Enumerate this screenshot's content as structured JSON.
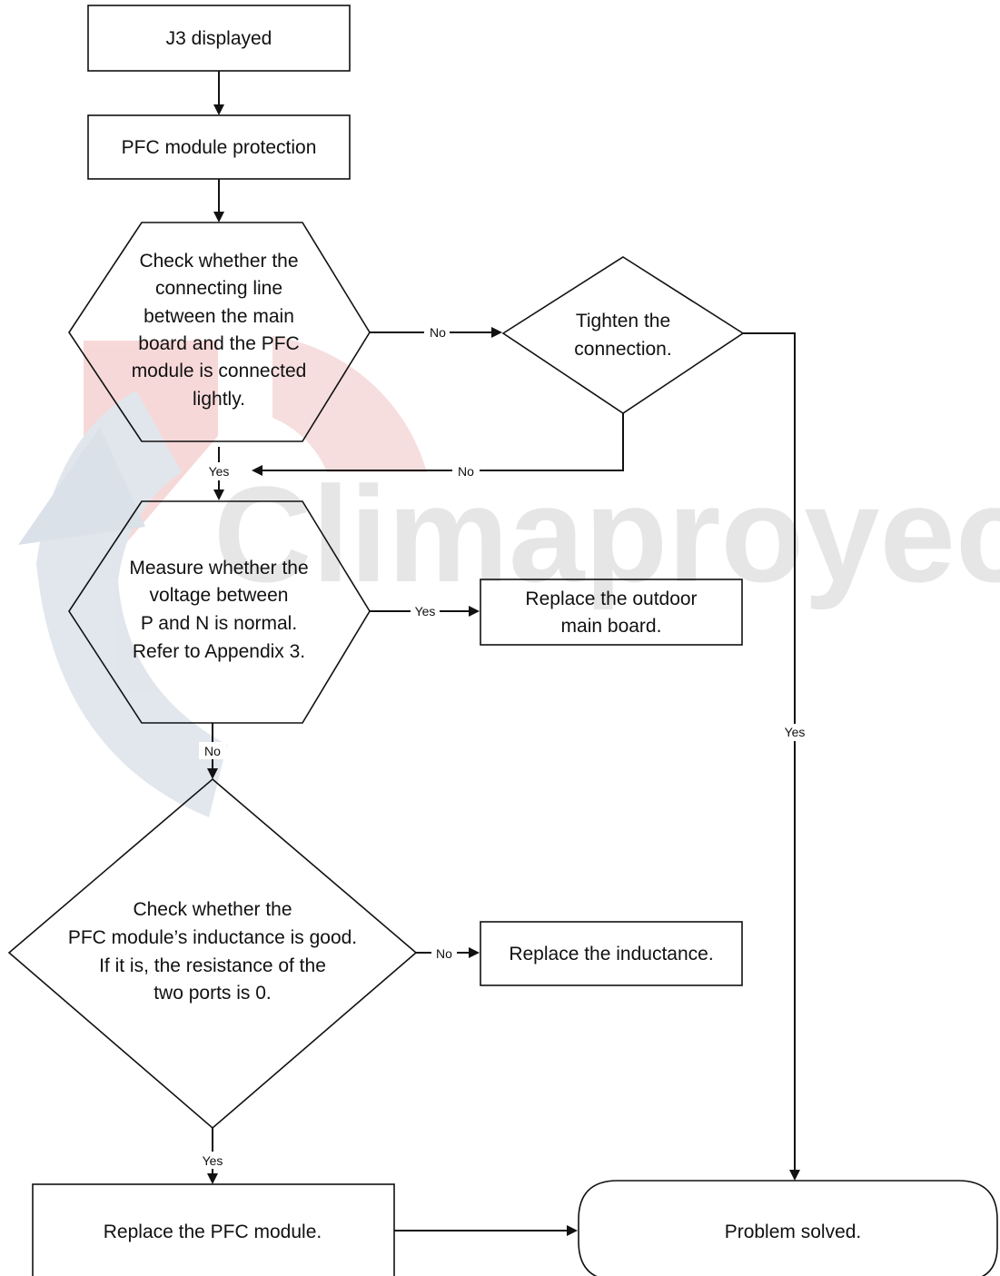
{
  "nodes": {
    "start": "J3 displayed",
    "pfc_protection": "PFC module protection",
    "check_connection": [
      "Check whether the",
      "connecting line",
      "between the main",
      "board and the PFC",
      "module is connected",
      "lightly."
    ],
    "tighten": [
      "Tighten the",
      "connection."
    ],
    "measure_voltage": [
      "Measure whether the",
      "voltage between",
      "P and N is normal.",
      "Refer to Appendix 3."
    ],
    "replace_main_board": [
      "Replace the outdoor",
      "main board."
    ],
    "check_inductance": [
      "Check whether the",
      "PFC module’s inductance is good.",
      "If it is, the resistance of the",
      "two ports is 0."
    ],
    "replace_inductance": "Replace the inductance.",
    "replace_pfc": "Replace the PFC module.",
    "solved": "Problem solved."
  },
  "edge_labels": {
    "connection_no": "No",
    "tighten_no": "No",
    "connection_yes": "Yes",
    "voltage_yes": "Yes",
    "voltage_no": "No",
    "tighten_yes": "Yes",
    "inductance_no": "No",
    "inductance_yes": "Yes"
  },
  "watermark": "Climaproyectos"
}
